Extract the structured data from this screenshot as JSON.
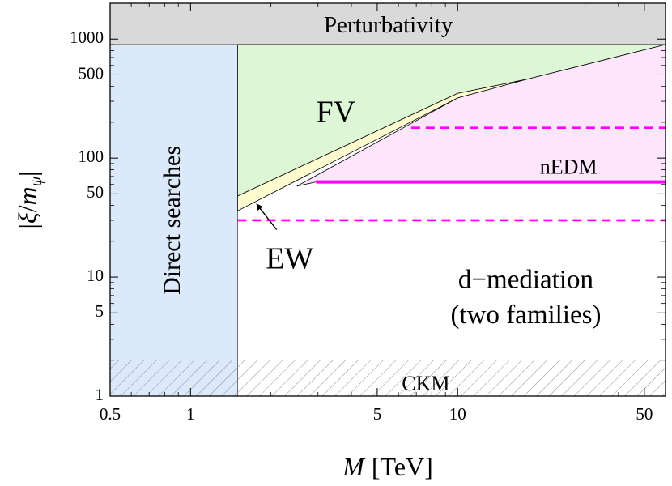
{
  "chart_data": {
    "type": "area",
    "title": "",
    "xlabel": {
      "var": "M",
      "unit": "[TeV]"
    },
    "ylabel": {
      "left": "|",
      "xi": "ξ",
      "slash": "/",
      "m": "m",
      "sub": "ψ",
      "right": "|"
    },
    "x_scale": "log",
    "y_scale": "log",
    "xlim": [
      0.5,
      60
    ],
    "ylim": [
      1,
      2000
    ],
    "x_ticks": [
      {
        "value": 0.5,
        "label": "0.5"
      },
      {
        "value": 1,
        "label": "1"
      },
      {
        "value": 5,
        "label": "5"
      },
      {
        "value": 10,
        "label": "10"
      },
      {
        "value": 50,
        "label": "50"
      }
    ],
    "x_minor_ticks": [
      0.6,
      0.7,
      0.8,
      0.9,
      2,
      3,
      4,
      6,
      7,
      8,
      9,
      20,
      30,
      40
    ],
    "y_ticks": [
      {
        "value": 1,
        "label": "1"
      },
      {
        "value": 5,
        "label": "5"
      },
      {
        "value": 10,
        "label": "10"
      },
      {
        "value": 50,
        "label": "50"
      },
      {
        "value": 100,
        "label": "100"
      },
      {
        "value": 500,
        "label": "500"
      },
      {
        "value": 1000,
        "label": "1000"
      }
    ],
    "y_minor_ticks": [
      2,
      3,
      4,
      6,
      7,
      8,
      9,
      20,
      30,
      40,
      60,
      70,
      80,
      90,
      200,
      300,
      400,
      600,
      700,
      800,
      900
    ],
    "grid": false,
    "legend": "none",
    "regions": [
      {
        "name": "Perturbativity",
        "label": "Perturbativity",
        "color": "#d9d9d9",
        "xi_range": [
          900,
          2000
        ],
        "M_range": [
          0.5,
          60
        ]
      },
      {
        "name": "Direct searches",
        "label": "Direct searches",
        "color": "#dbe9fb",
        "M_range": [
          0.5,
          1.5
        ],
        "xi_range": [
          1,
          900
        ]
      },
      {
        "name": "FV",
        "label": "FV",
        "color": "#dcf6d6",
        "boundary": [
          [
            1.5,
            48
          ],
          [
            1.5,
            900
          ],
          [
            60,
            900
          ],
          [
            60,
            900
          ],
          [
            18.2,
            460
          ],
          [
            10,
            350
          ]
        ]
      },
      {
        "name": "EW",
        "label": "EW",
        "color": "#fdfcd0",
        "boundary": [
          [
            1.5,
            36
          ],
          [
            1.5,
            48
          ],
          [
            10,
            350
          ],
          [
            18.2,
            460
          ],
          [
            10,
            320
          ]
        ]
      },
      {
        "name": "nEDM",
        "label": "nEDM",
        "color": "#fde5fb",
        "boundary": [
          [
            2.5,
            58
          ],
          [
            10,
            320
          ],
          [
            18.2,
            460
          ],
          [
            60,
            900
          ],
          [
            60,
            63
          ],
          [
            2.95,
            63
          ]
        ]
      },
      {
        "name": "CKM",
        "label": "CKM",
        "hatch": true,
        "xi_range": [
          1,
          2
        ],
        "M_range": [
          0.5,
          60
        ]
      }
    ],
    "lines": [
      {
        "name": "nEDM bound",
        "style": "solid",
        "color": "#ff00ff",
        "y": 63,
        "x_from": 2.95,
        "x_to": 60
      },
      {
        "name": "nEDM upper",
        "style": "dashed",
        "color": "#ff00ff",
        "y": 180,
        "x_from": 6.7,
        "x_to": 60
      },
      {
        "name": "nEDM lower",
        "style": "dashed",
        "color": "#ff00ff",
        "y": 30,
        "x_from": 1.5,
        "x_to": 60
      }
    ],
    "annotations": [
      {
        "text": "FV",
        "x": 3.5,
        "y": 230,
        "size": 38
      },
      {
        "text": "nEDM",
        "x": 26,
        "y": 81,
        "size": 26
      },
      {
        "text": "EW",
        "x": 2.35,
        "y": 13.5,
        "size": 38
      },
      {
        "text": "d−mediation",
        "x": 18,
        "y": 9.1,
        "size": 33
      },
      {
        "text": "(two families)",
        "x": 18,
        "y": 4.6,
        "size": 33
      },
      {
        "text": "CKM",
        "x": 7.6,
        "y": 1.23,
        "size": 26
      },
      {
        "text": "Perturbativity",
        "x": 5.5,
        "y": 1260,
        "size": 29
      },
      {
        "text": "Direct searches",
        "x": 0.87,
        "y": 30,
        "size": 30,
        "rotate": -90
      }
    ],
    "arrow": {
      "from": [
        2.1,
        25
      ],
      "to": [
        1.77,
        41
      ]
    }
  }
}
